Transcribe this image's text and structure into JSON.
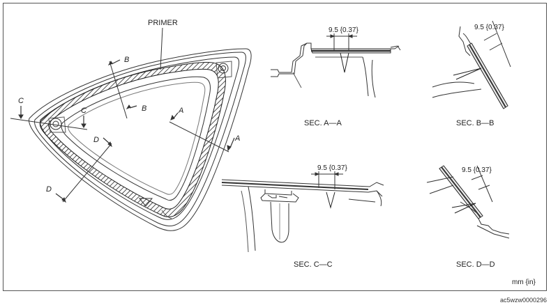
{
  "labels": {
    "primer": "PRIMER",
    "cut_a": "A",
    "cut_b": "B",
    "cut_c": "C",
    "cut_d": "D",
    "sec_aa": "SEC. A—A",
    "sec_bb": "SEC. B—B",
    "sec_cc": "SEC. C—C",
    "sec_dd": "SEC. D—D",
    "dim_aa": "9.5 {0.37}",
    "dim_bb": "9.5 {0.37}",
    "dim_cc": "9.5 {0.37}",
    "dim_dd": "9.5 {0.37}",
    "units": "mm {in}"
  },
  "footer_code": "ac5wzw0000296"
}
